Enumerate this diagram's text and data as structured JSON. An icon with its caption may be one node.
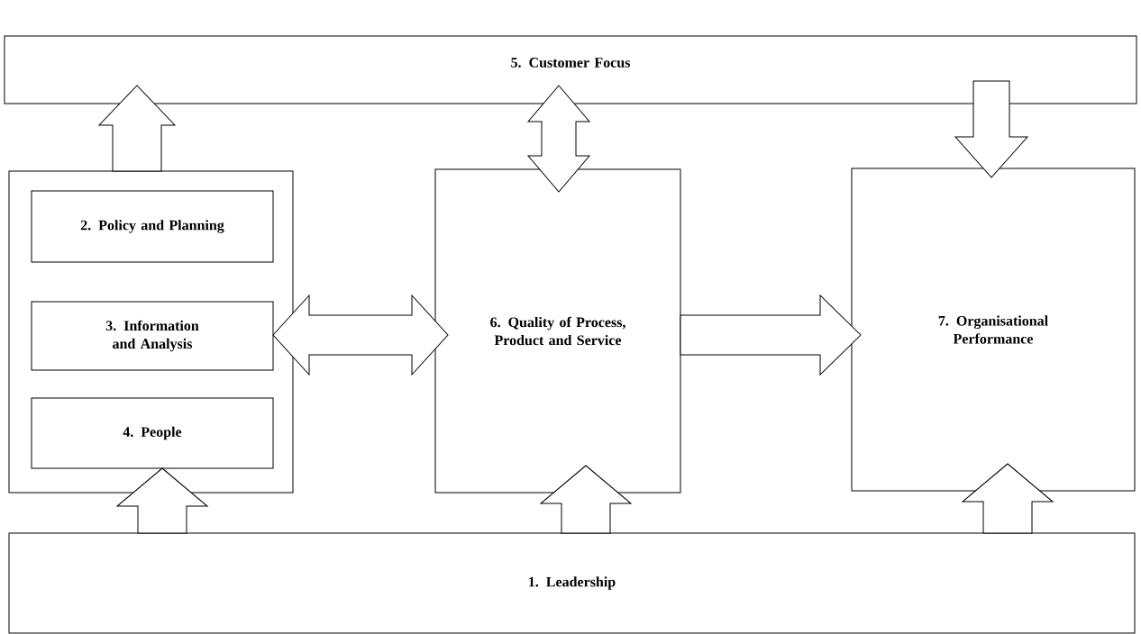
{
  "diagram": {
    "nodes": [
      {
        "text": [
          "5. Customer Focus"
        ]
      },
      {
        "text": [],
        "shape": "box"
      },
      {
        "text": [
          "2. Policy and Planning"
        ],
        "in": 1
      },
      {
        "text": [
          "3. Information and Analysis"
        ],
        "in": 1
      },
      {
        "text": [
          "4. People"
        ],
        "in": 1
      },
      {
        "text": [
          "6. Quality of Process, Product and Service"
        ]
      },
      {
        "text": [
          "7. Organisational Performance"
        ]
      },
      {
        "text": [
          "1. Leadership"
        ]
      }
    ],
    "edges": [
      {
        "from": 1,
        "to": 0,
        "arrow": "to"
      },
      {
        "from": 0,
        "to": 5,
        "arrow": "both"
      },
      {
        "from": 0,
        "to": 6,
        "arrow": "to"
      },
      {
        "from": 3,
        "to": 5,
        "arrow": "both"
      },
      {
        "from": 5,
        "to": 6,
        "arrow": "to"
      },
      {
        "from": 7,
        "to": 4,
        "arrow": "to"
      },
      {
        "from": 7,
        "to": 5,
        "arrow": "to"
      },
      {
        "from": 7,
        "to": 6,
        "arrow": "to"
      }
    ]
  }
}
